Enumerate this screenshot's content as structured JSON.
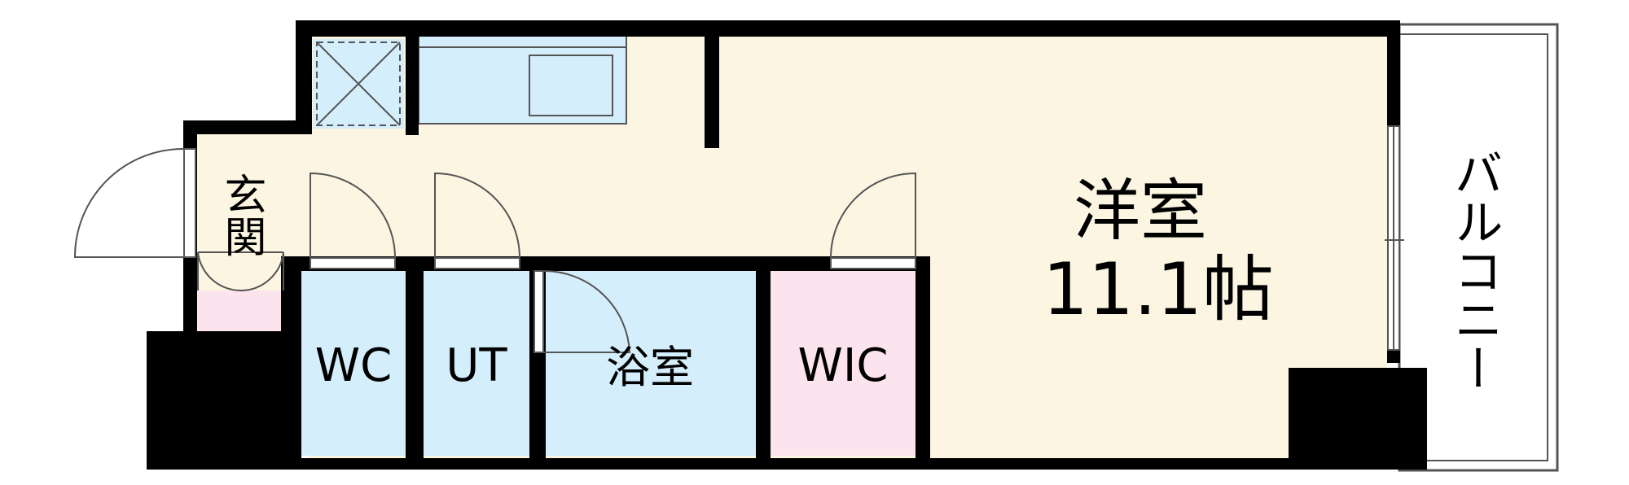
{
  "floorplan": {
    "rooms": {
      "western_room_name": "洋室",
      "western_room_size": "11.1帖",
      "balcony": "バルコニー",
      "entrance": "玄関",
      "toilet": "WC",
      "utility": "UT",
      "bath": "浴室",
      "walk_in_closet": "WIC"
    },
    "colors": {
      "room_floor": "#FCF5E2",
      "wet_area": "#D4EEFC",
      "closet": "#FCE4EE",
      "wall": "#000000"
    }
  }
}
